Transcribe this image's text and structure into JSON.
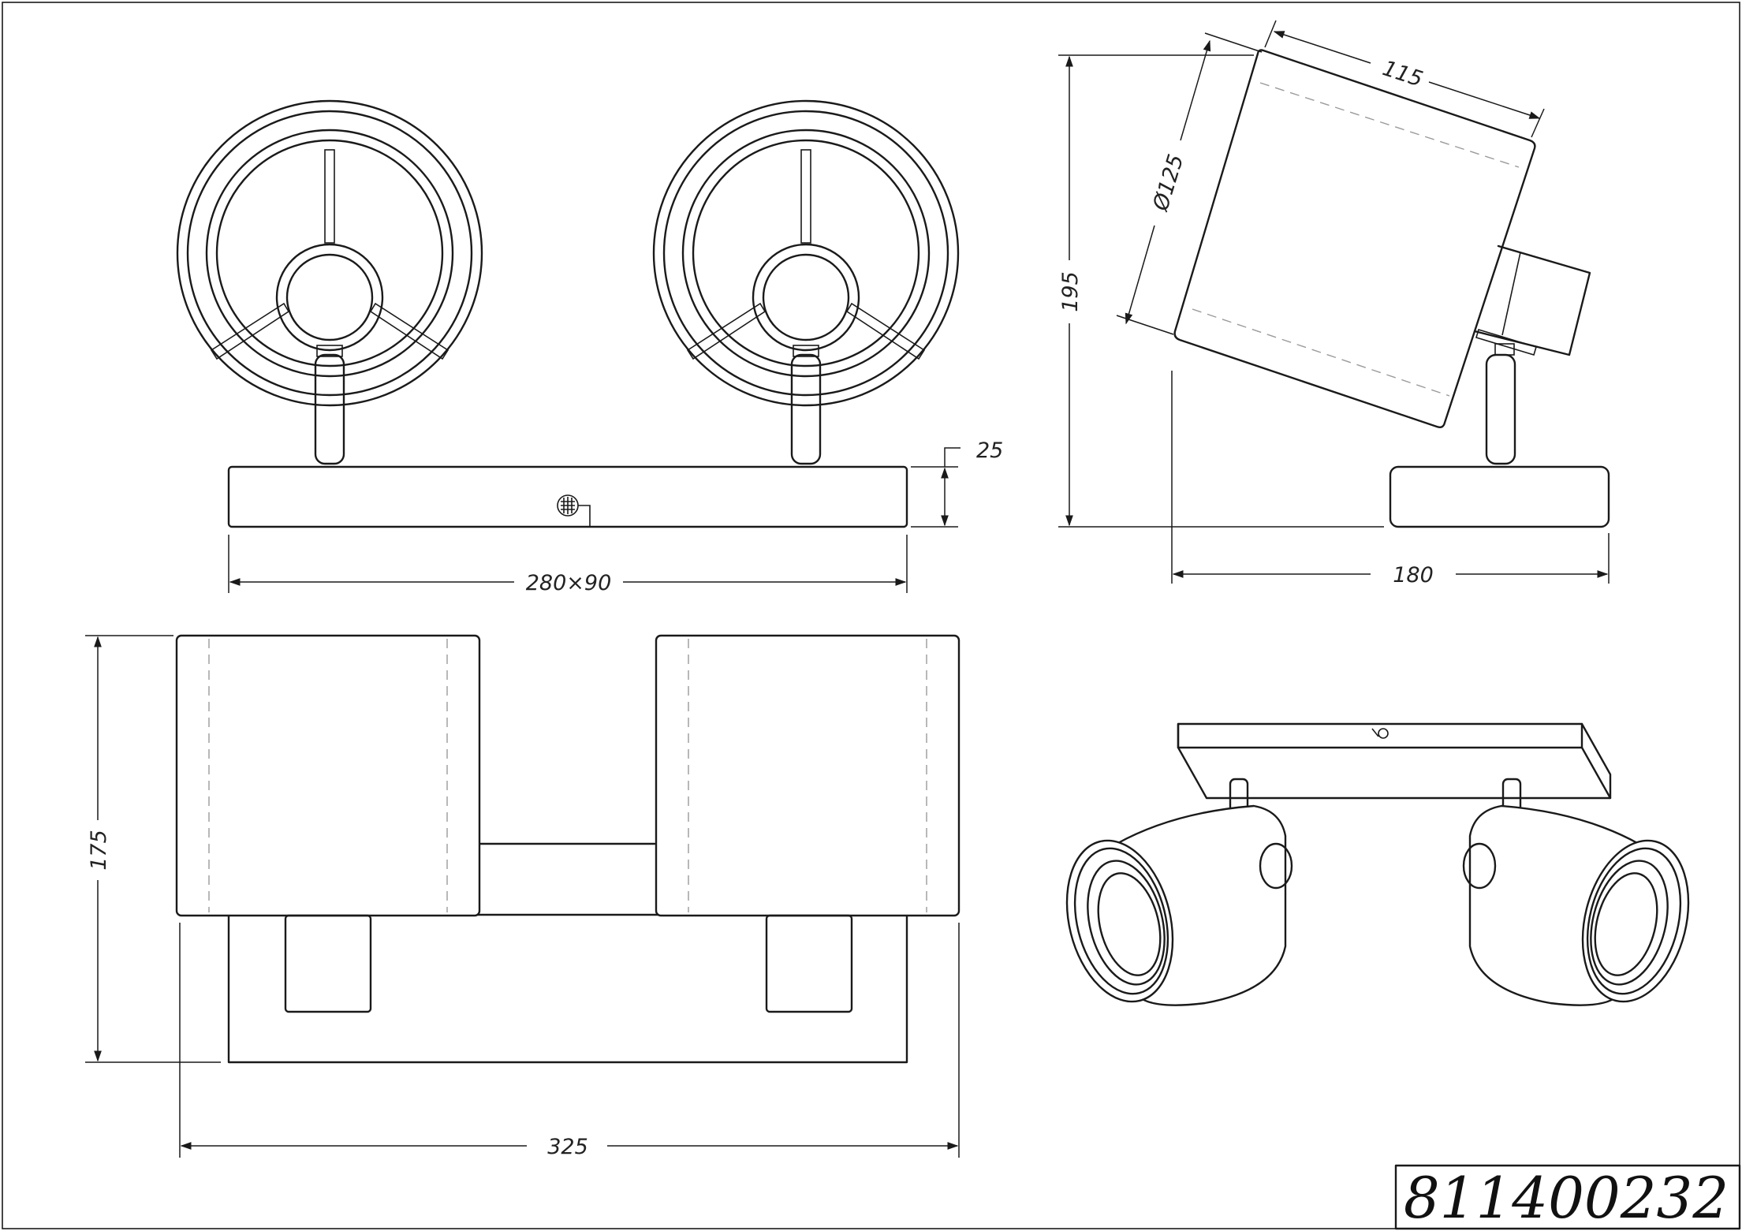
{
  "drawing": {
    "dimensions": {
      "base_size": "280×90",
      "base_height": "25",
      "total_height": "195",
      "shade_diameter": "Ø125",
      "shade_length": "115",
      "depth": "180",
      "top_height": "175",
      "total_width": "325"
    },
    "article_number": "811400232"
  }
}
